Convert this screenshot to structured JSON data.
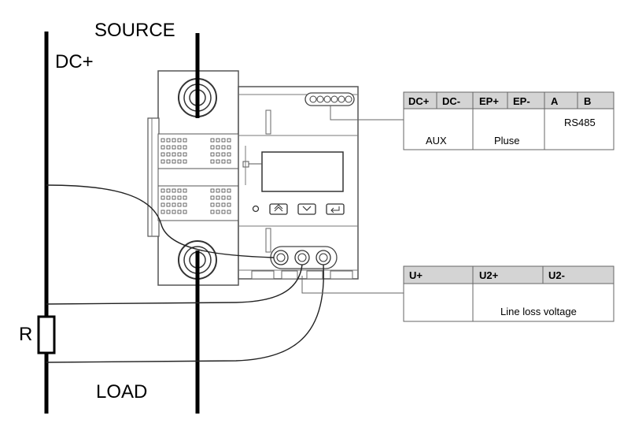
{
  "labels": {
    "source": "SOURCE",
    "dc_plus": "DC+",
    "load": "LOAD",
    "resistor": "R"
  },
  "terminal_table_top": {
    "headers": [
      "DC+",
      "DC-",
      "EP+",
      "EP-",
      "A",
      "B"
    ],
    "groups": [
      "AUX",
      "Pluse",
      "RS485"
    ]
  },
  "terminal_table_bottom": {
    "headers": [
      "U+",
      "U2+",
      "U2-"
    ],
    "group": "Line loss voltage"
  },
  "colors": {
    "line": "#000000",
    "device_outline": "#555555",
    "table_header_bg": "#d4d4d4",
    "table_border": "#666666"
  },
  "icons": [
    "up-arrow-button-icon",
    "down-arrow-button-icon",
    "enter-button-icon"
  ]
}
